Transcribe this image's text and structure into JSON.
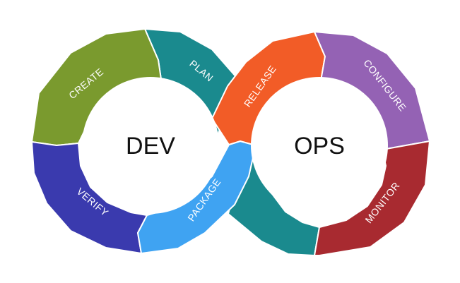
{
  "diagram": {
    "dev_label": "DEV",
    "ops_label": "OPS",
    "segments": {
      "create": {
        "label": "CREATE",
        "color": "#7A9A2E"
      },
      "plan": {
        "label": "PLAN",
        "color": "#1A8A8E"
      },
      "verify": {
        "label": "VERIFY",
        "color": "#3A3AAE"
      },
      "package": {
        "label": "PACKAGE",
        "color": "#3FA3F2"
      },
      "release": {
        "label": "RELEASE",
        "color": "#F25C27"
      },
      "configure": {
        "label": "CONFIGURE",
        "color": "#9462B4"
      },
      "monitor": {
        "label": "MONITOR",
        "color": "#A82A30"
      },
      "bridge": {
        "label": "",
        "color": "#1A8A8E"
      }
    }
  }
}
